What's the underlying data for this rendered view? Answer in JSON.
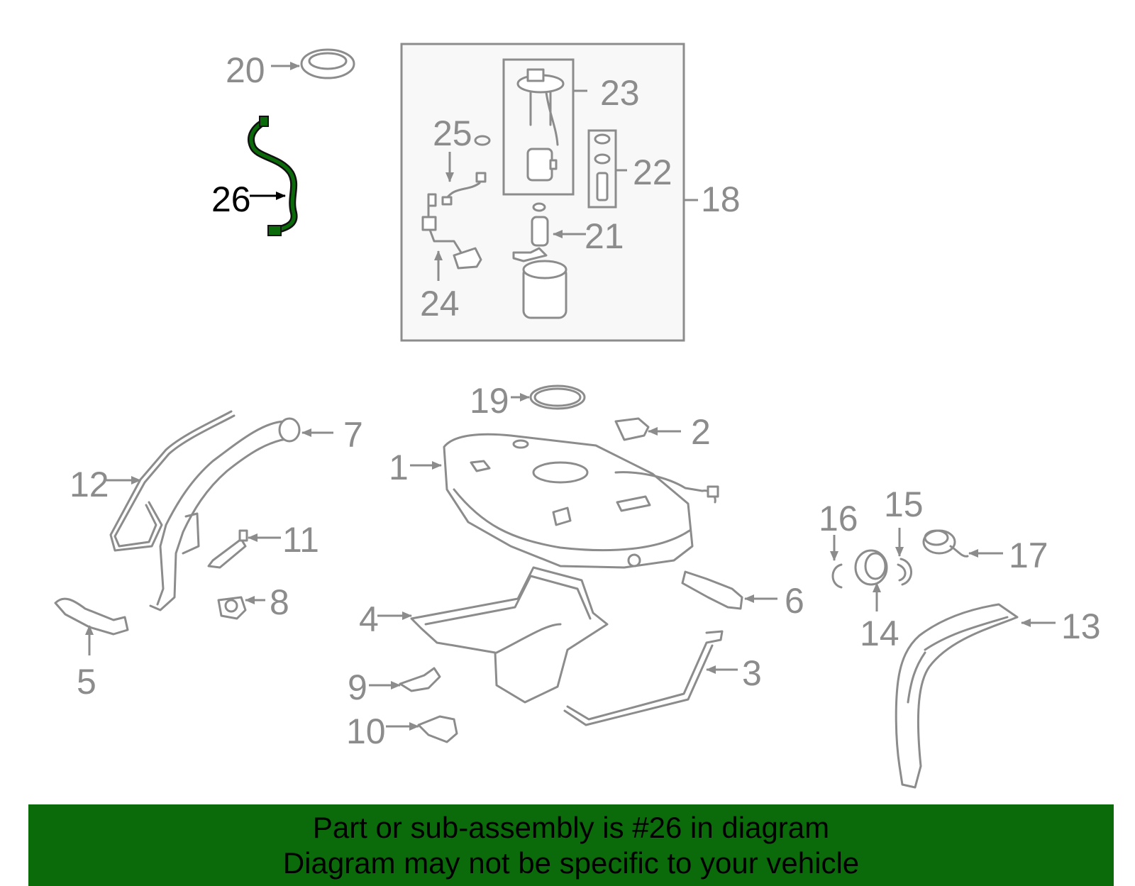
{
  "diagram": {
    "highlight_color": "#0b6b0b",
    "labels": {
      "l1": "1",
      "l2": "2",
      "l3": "3",
      "l4": "4",
      "l5": "5",
      "l6": "6",
      "l7": "7",
      "l8": "8",
      "l9": "9",
      "l10": "10",
      "l11": "11",
      "l12": "12",
      "l13": "13",
      "l14": "14",
      "l15": "15",
      "l16": "16",
      "l17": "17",
      "l18": "18",
      "l19": "19",
      "l20": "20",
      "l21": "21",
      "l22": "22",
      "l23": "23",
      "l24": "24",
      "l25": "25",
      "l26": "26"
    }
  },
  "banner": {
    "background": "#0b6b0b",
    "line1": "Part or sub-assembly is #26 in diagram",
    "line2": "Diagram may not be specific to your vehicle"
  }
}
